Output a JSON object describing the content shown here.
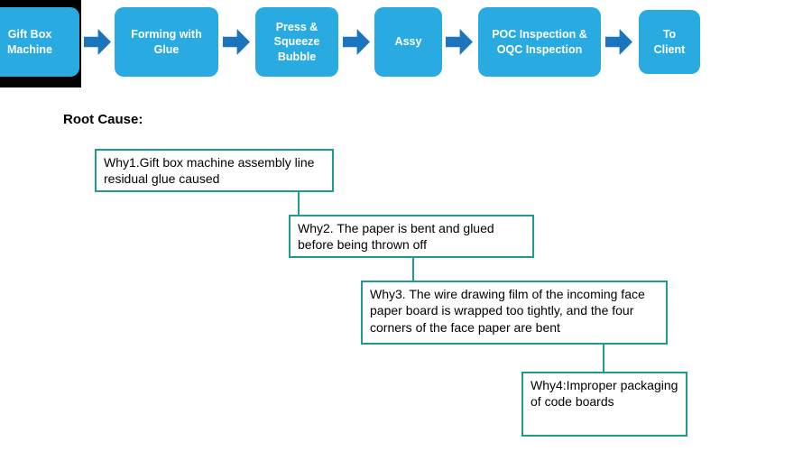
{
  "colors": {
    "flow_box": "#29ABE2",
    "arrow": "#1B75BC",
    "why_border": "#1E9C8F",
    "flow_text": "#FFFFFF",
    "text_dark": "#000000",
    "left_backdrop": "#000000"
  },
  "flow": {
    "steps": [
      {
        "label": "Gift Box Machine"
      },
      {
        "label": "Forming with Glue"
      },
      {
        "label": "Press & Squeeze Bubble"
      },
      {
        "label": "Assy"
      },
      {
        "label": "POC Inspection & OQC Inspection"
      },
      {
        "label": "To Client"
      }
    ]
  },
  "root_cause_label": "Root Cause:",
  "whys": [
    {
      "text": "Why1.Gift box machine assembly line residual glue caused"
    },
    {
      "text": "Why2. The paper is bent and glued before being thrown off"
    },
    {
      "text": "Why3. The wire drawing film of the incoming face paper board is wrapped too tightly, and the four corners of the face paper are bent"
    },
    {
      "text": "Why4:Improper packaging of code boards"
    }
  ]
}
